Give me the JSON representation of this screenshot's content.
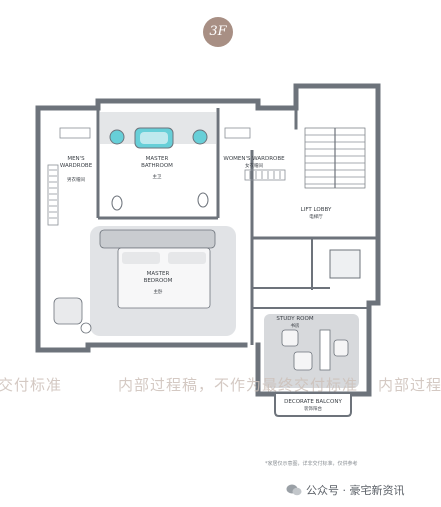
{
  "floor_badge": "3F",
  "rooms": {
    "mens_wardrobe": {
      "en": "MEN'S\nWARDROBE",
      "cn": "男衣帽间"
    },
    "master_bathroom": {
      "en": "MASTER\nBATHROOM",
      "cn": "主卫"
    },
    "womens_wardrobe": {
      "en": "WOMEN'S WARDROBE",
      "cn": "女衣帽间"
    },
    "lift_lobby": {
      "en": "LIFT LOBBY",
      "cn": "电梯厅"
    },
    "master_bedroom": {
      "en": "MASTER\nBEDROOM",
      "cn": "主卧"
    },
    "study_room": {
      "en": "STUDY ROOM",
      "cn": "书房"
    },
    "decorate_balcony": {
      "en": "DECORATE BALCONY",
      "cn": "装饰阳台"
    }
  },
  "watermark": {
    "left": "交付标准",
    "center": "内部过程稿，不作为最终交付标准",
    "right": "内部过程稿"
  },
  "footnote": "*家居仅示意图，详非交付标准，仅供参考",
  "credit": "公众号 · 豪宅新资讯",
  "colors": {
    "wall": "#6d737b",
    "accent": "#a88f84",
    "floor": "#d7d9dc",
    "fixture": "#67cfd8"
  }
}
